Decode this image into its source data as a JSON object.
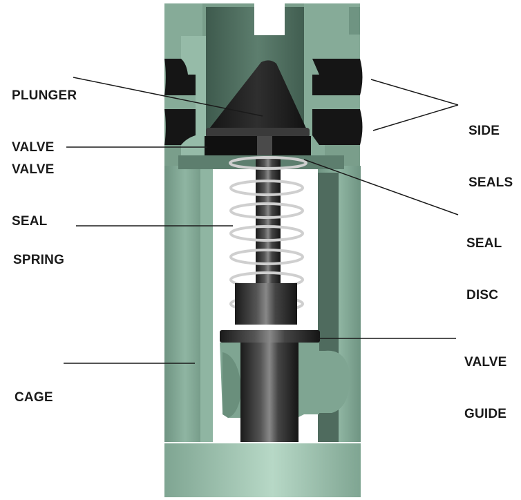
{
  "diagram": {
    "type": "cutaway-illustration",
    "subject": "check valve assembly",
    "colors": {
      "cage_light": "#8fb5a2",
      "cage_mid": "#7a9e8b",
      "cage_dark": "#4f6b5e",
      "seal_black": "#151515",
      "metal_dark": "#2a2a2a",
      "spring_silver": "#d9d9d9",
      "leader_line": "#1a1a1a",
      "label_text": "#1a1a1a"
    },
    "labels": [
      {
        "id": "plunger-valve",
        "line1": "PLUNGER",
        "line2": "VALVE",
        "side": "left"
      },
      {
        "id": "valve-seal",
        "line1": "VALVE",
        "line2": "SEAL",
        "side": "left"
      },
      {
        "id": "spring",
        "line1": "SPRING",
        "line2": "",
        "side": "left"
      },
      {
        "id": "cage",
        "line1": "CAGE",
        "line2": "",
        "side": "left"
      },
      {
        "id": "side-seals",
        "line1": "SIDE",
        "line2": "SEALS",
        "side": "right"
      },
      {
        "id": "seal-disc",
        "line1": "SEAL",
        "line2": "DISC",
        "side": "right"
      },
      {
        "id": "valve-guide",
        "line1": "VALVE",
        "line2": "GUIDE",
        "side": "right"
      }
    ]
  }
}
